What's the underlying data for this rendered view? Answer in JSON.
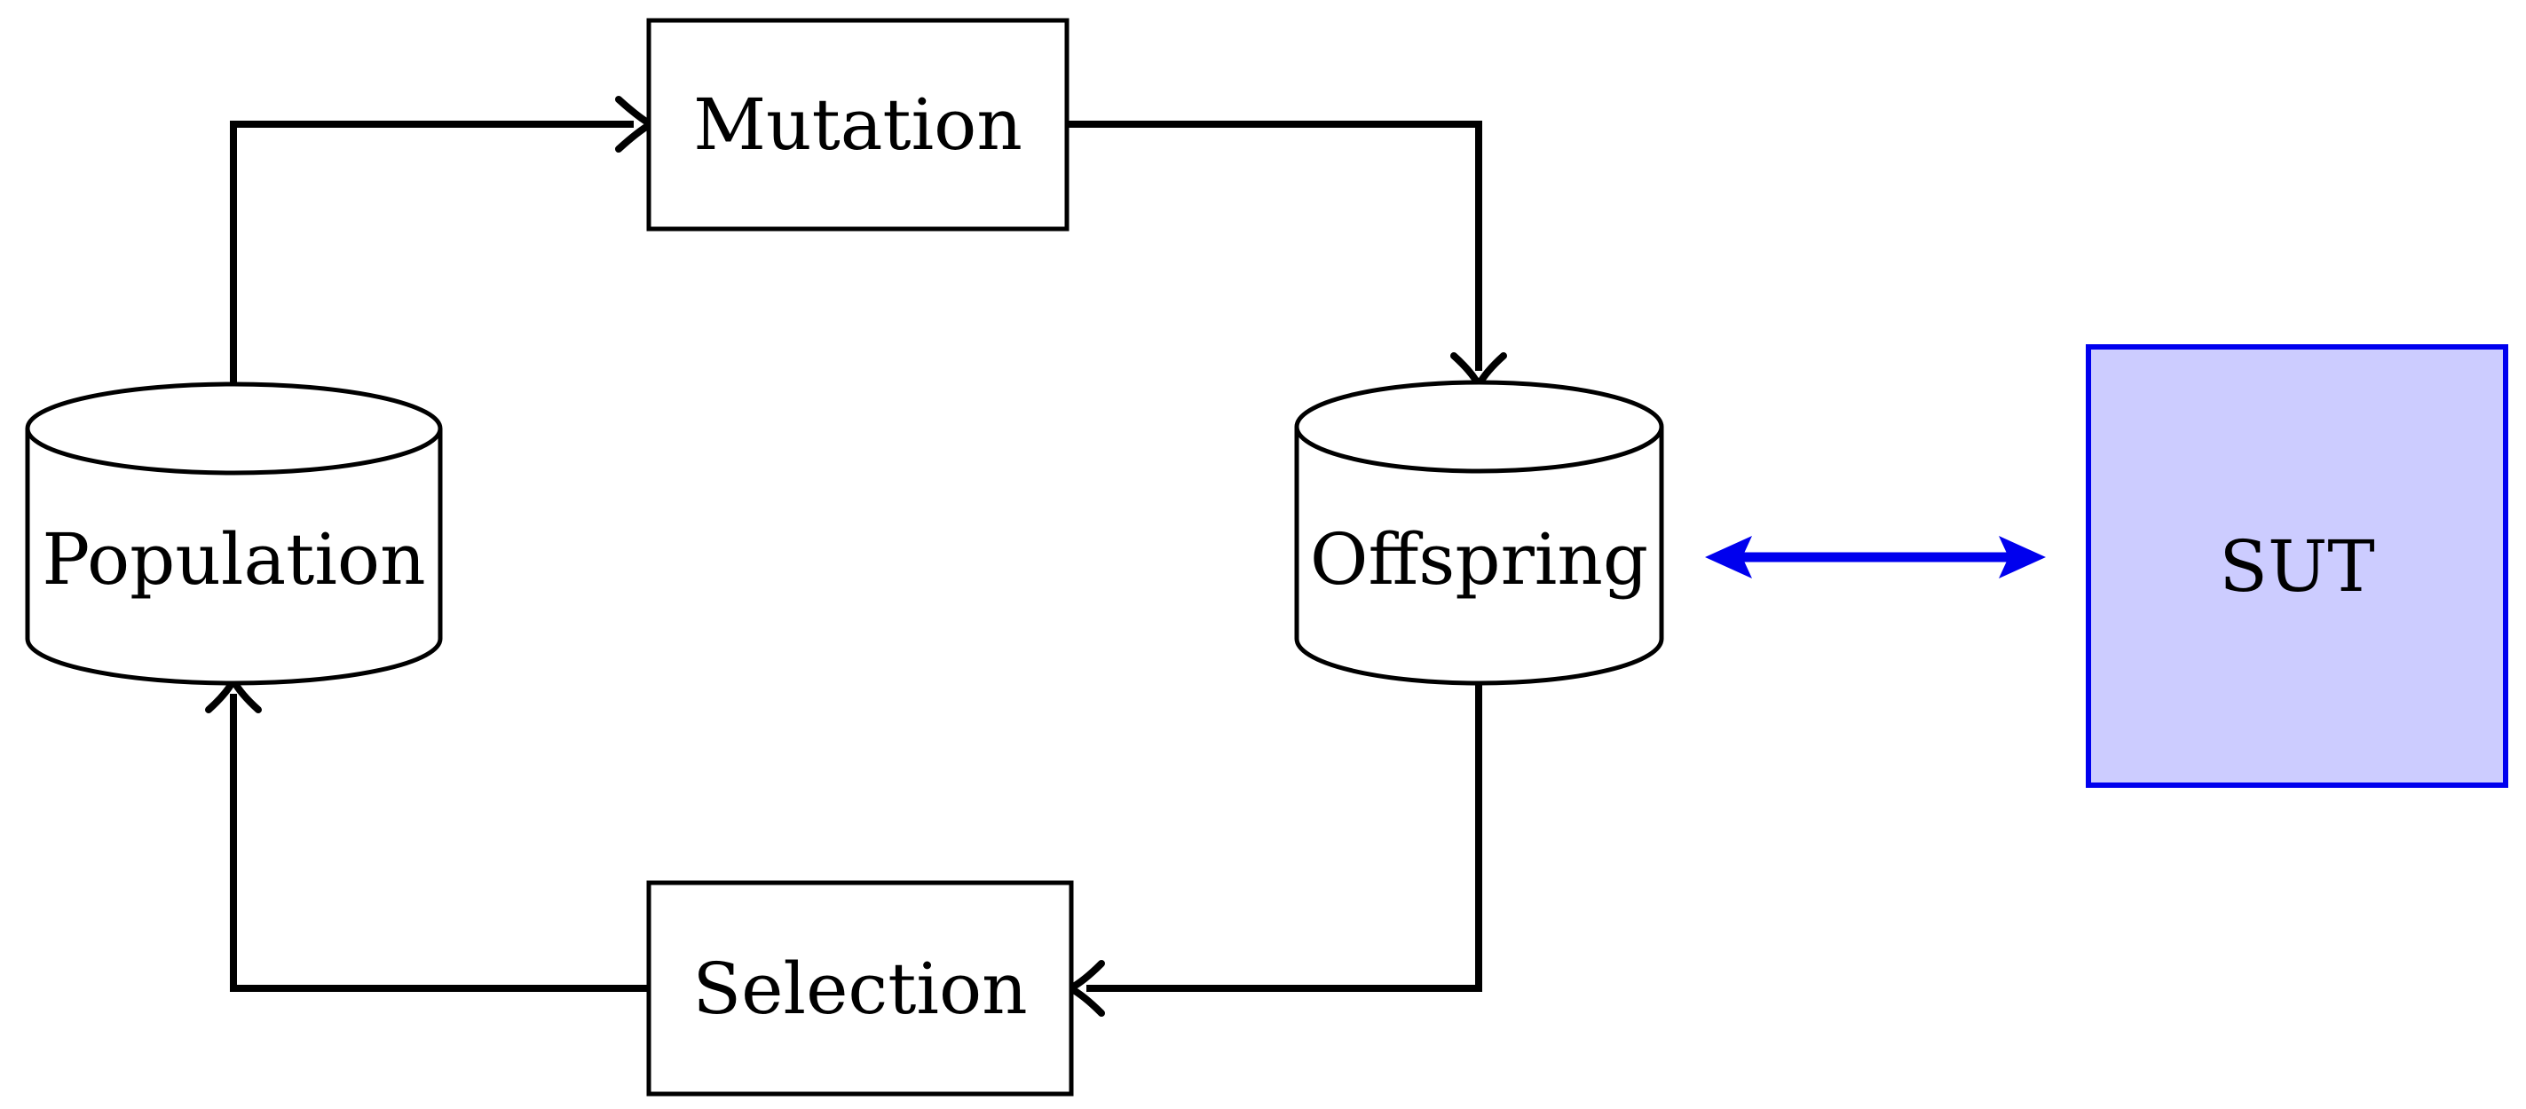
{
  "diagram": {
    "background": "#ffffff",
    "line_color": "#000000",
    "accent_color": "#0000ee",
    "sut_fill": "#ccccff",
    "nodes": {
      "population": {
        "label": "Population",
        "shape": "cylinder"
      },
      "mutation": {
        "label": "Mutation",
        "shape": "rectangle"
      },
      "offspring": {
        "label": "Offspring",
        "shape": "cylinder"
      },
      "selection": {
        "label": "Selection",
        "shape": "rectangle"
      },
      "sut": {
        "label": "SUT",
        "shape": "rectangle",
        "fill": "#ccccff",
        "border": "#0000ee"
      }
    },
    "edges": [
      {
        "from": "Population",
        "to": "Mutation",
        "color": "#000000",
        "bidirectional": false
      },
      {
        "from": "Mutation",
        "to": "Offspring",
        "color": "#000000",
        "bidirectional": false
      },
      {
        "from": "Offspring",
        "to": "Selection",
        "color": "#000000",
        "bidirectional": false
      },
      {
        "from": "Selection",
        "to": "Population",
        "color": "#000000",
        "bidirectional": false
      },
      {
        "from": "Offspring",
        "to": "SUT",
        "color": "#0000ee",
        "bidirectional": true
      }
    ]
  }
}
